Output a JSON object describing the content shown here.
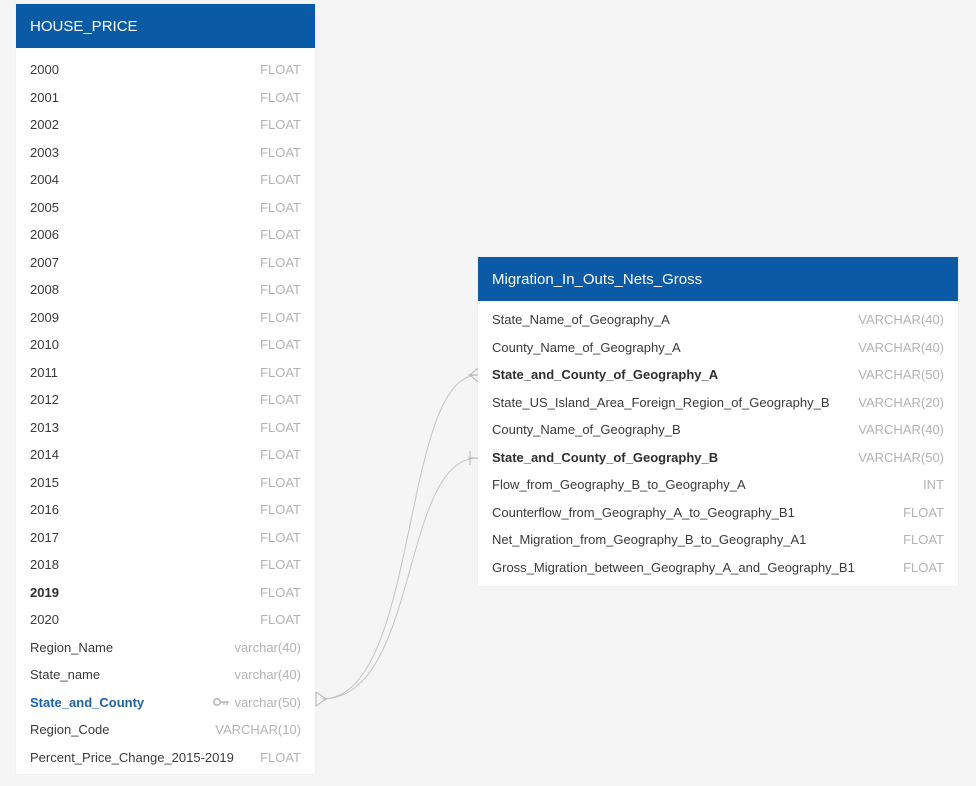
{
  "house_price": {
    "title": "HOUSE_PRICE",
    "columns": [
      {
        "name": "2000",
        "type": "FLOAT"
      },
      {
        "name": "2001",
        "type": "FLOAT"
      },
      {
        "name": "2002",
        "type": "FLOAT"
      },
      {
        "name": "2003",
        "type": "FLOAT"
      },
      {
        "name": "2004",
        "type": "FLOAT"
      },
      {
        "name": "2005",
        "type": "FLOAT"
      },
      {
        "name": "2006",
        "type": "FLOAT"
      },
      {
        "name": "2007",
        "type": "FLOAT"
      },
      {
        "name": "2008",
        "type": "FLOAT"
      },
      {
        "name": "2009",
        "type": "FLOAT"
      },
      {
        "name": "2010",
        "type": "FLOAT"
      },
      {
        "name": "2011",
        "type": "FLOAT"
      },
      {
        "name": "2012",
        "type": "FLOAT"
      },
      {
        "name": "2013",
        "type": "FLOAT"
      },
      {
        "name": "2014",
        "type": "FLOAT"
      },
      {
        "name": "2015",
        "type": "FLOAT"
      },
      {
        "name": "2016",
        "type": "FLOAT"
      },
      {
        "name": "2017",
        "type": "FLOAT"
      },
      {
        "name": "2018",
        "type": "FLOAT"
      },
      {
        "name": "2019",
        "type": "FLOAT"
      },
      {
        "name": "2020",
        "type": "FLOAT"
      },
      {
        "name": "Region_Name",
        "type": "varchar(40)"
      },
      {
        "name": "State_name",
        "type": "varchar(40)"
      },
      {
        "name": "State_and_County",
        "type": "varchar(50)"
      },
      {
        "name": "Region_Code",
        "type": "VARCHAR(10)"
      },
      {
        "name": "Percent_Price_Change_2015-2019",
        "type": "FLOAT"
      }
    ]
  },
  "migration": {
    "title": "Migration_In_Outs_Nets_Gross",
    "columns": [
      {
        "name": "State_Name_of_Geography_A",
        "type": "VARCHAR(40)"
      },
      {
        "name": "County_Name_of_Geography_A",
        "type": "VARCHAR(40)"
      },
      {
        "name": "State_and_County_of_Geography_A",
        "type": "VARCHAR(50)"
      },
      {
        "name": "State_US_Island_Area_Foreign_Region_of_Geography_B",
        "type": "VARCHAR(20)"
      },
      {
        "name": "County_Name_of_Geography_B",
        "type": "VARCHAR(40)"
      },
      {
        "name": "State_and_County_of_Geography_B",
        "type": "VARCHAR(50)"
      },
      {
        "name": "Flow_from_Geography_B_to_Geography_A",
        "type": "INT"
      },
      {
        "name": "Counterflow_from_Geography_A_to_Geography_B1",
        "type": "FLOAT"
      },
      {
        "name": "Net_Migration_from_Geography_B_to_Geography_A1",
        "type": "FLOAT"
      },
      {
        "name": "Gross_Migration_between_Geography_A_and_Geography_B1",
        "type": "FLOAT"
      }
    ]
  },
  "colors": {
    "header_bg": "#0a5aa6",
    "canvas_bg": "#f4f5f4",
    "primary_key_text": "#1b63a8",
    "type_text": "#b3b3b3",
    "relation_line": "#c4c4c4"
  }
}
